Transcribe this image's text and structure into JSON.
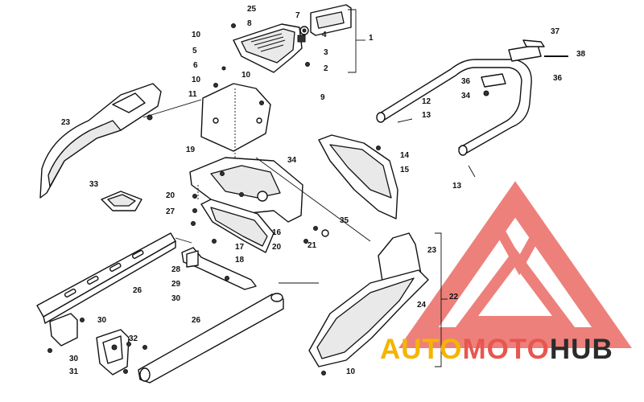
{
  "diagram": {
    "callouts": [
      "25",
      "7",
      "8",
      "10",
      "4",
      "1",
      "5",
      "3",
      "6",
      "2",
      "10",
      "10",
      "9",
      "11",
      "23",
      "37",
      "38",
      "36",
      "36",
      "34",
      "12",
      "13",
      "13",
      "19",
      "34",
      "14",
      "15",
      "33",
      "20",
      "27",
      "35",
      "16",
      "17",
      "18",
      "21",
      "20",
      "23",
      "28",
      "29",
      "30",
      "26",
      "22",
      "24",
      "26",
      "30",
      "32",
      "30",
      "31",
      "10"
    ]
  },
  "watermark": {
    "part1": "AUTO",
    "part2": "MOTO",
    "part3": "HUB",
    "color1": "#f5b400",
    "color2": "#e8564f",
    "color3": "#2b2b2b",
    "logo_color": "#e8564f"
  }
}
